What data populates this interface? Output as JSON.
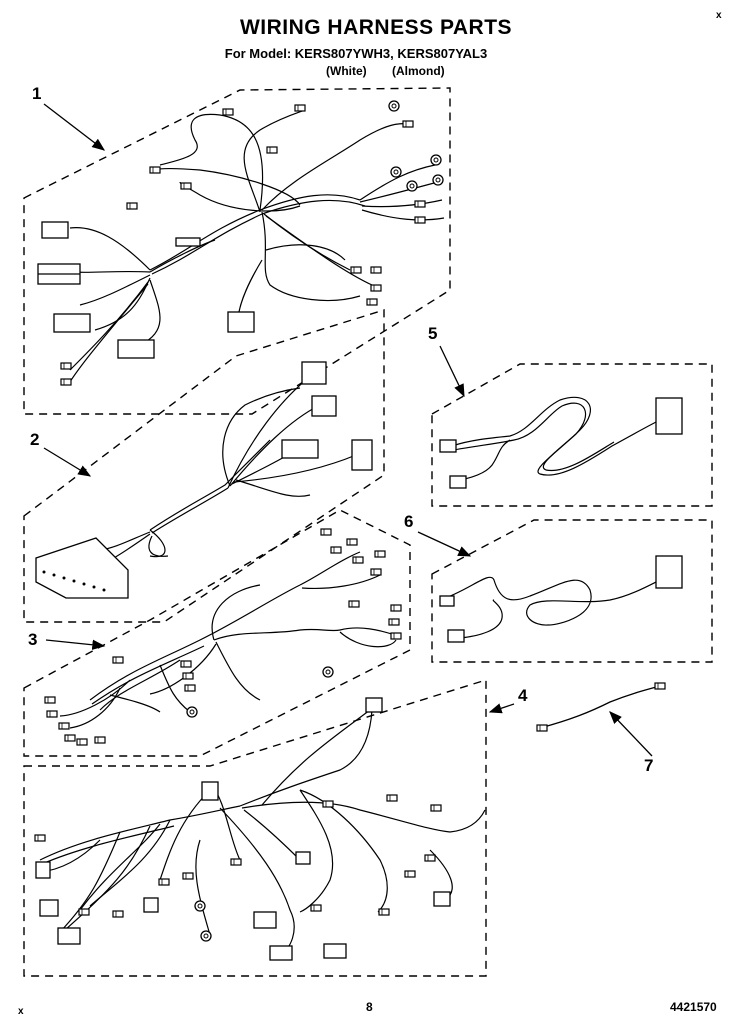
{
  "header": {
    "title": "WIRING HARNESS PARTS",
    "model_line": "For Model: KERS807YWH3, KERS807YAL3",
    "variant_1": "(White)",
    "variant_2": "(Almond)"
  },
  "callouts": [
    "1",
    "2",
    "3",
    "4",
    "5",
    "6",
    "7"
  ],
  "footer": {
    "page_number": "8",
    "part_number": "4421570",
    "corner_mark": "x"
  },
  "colors": {
    "ink": "#000000",
    "paper": "#ffffff"
  }
}
